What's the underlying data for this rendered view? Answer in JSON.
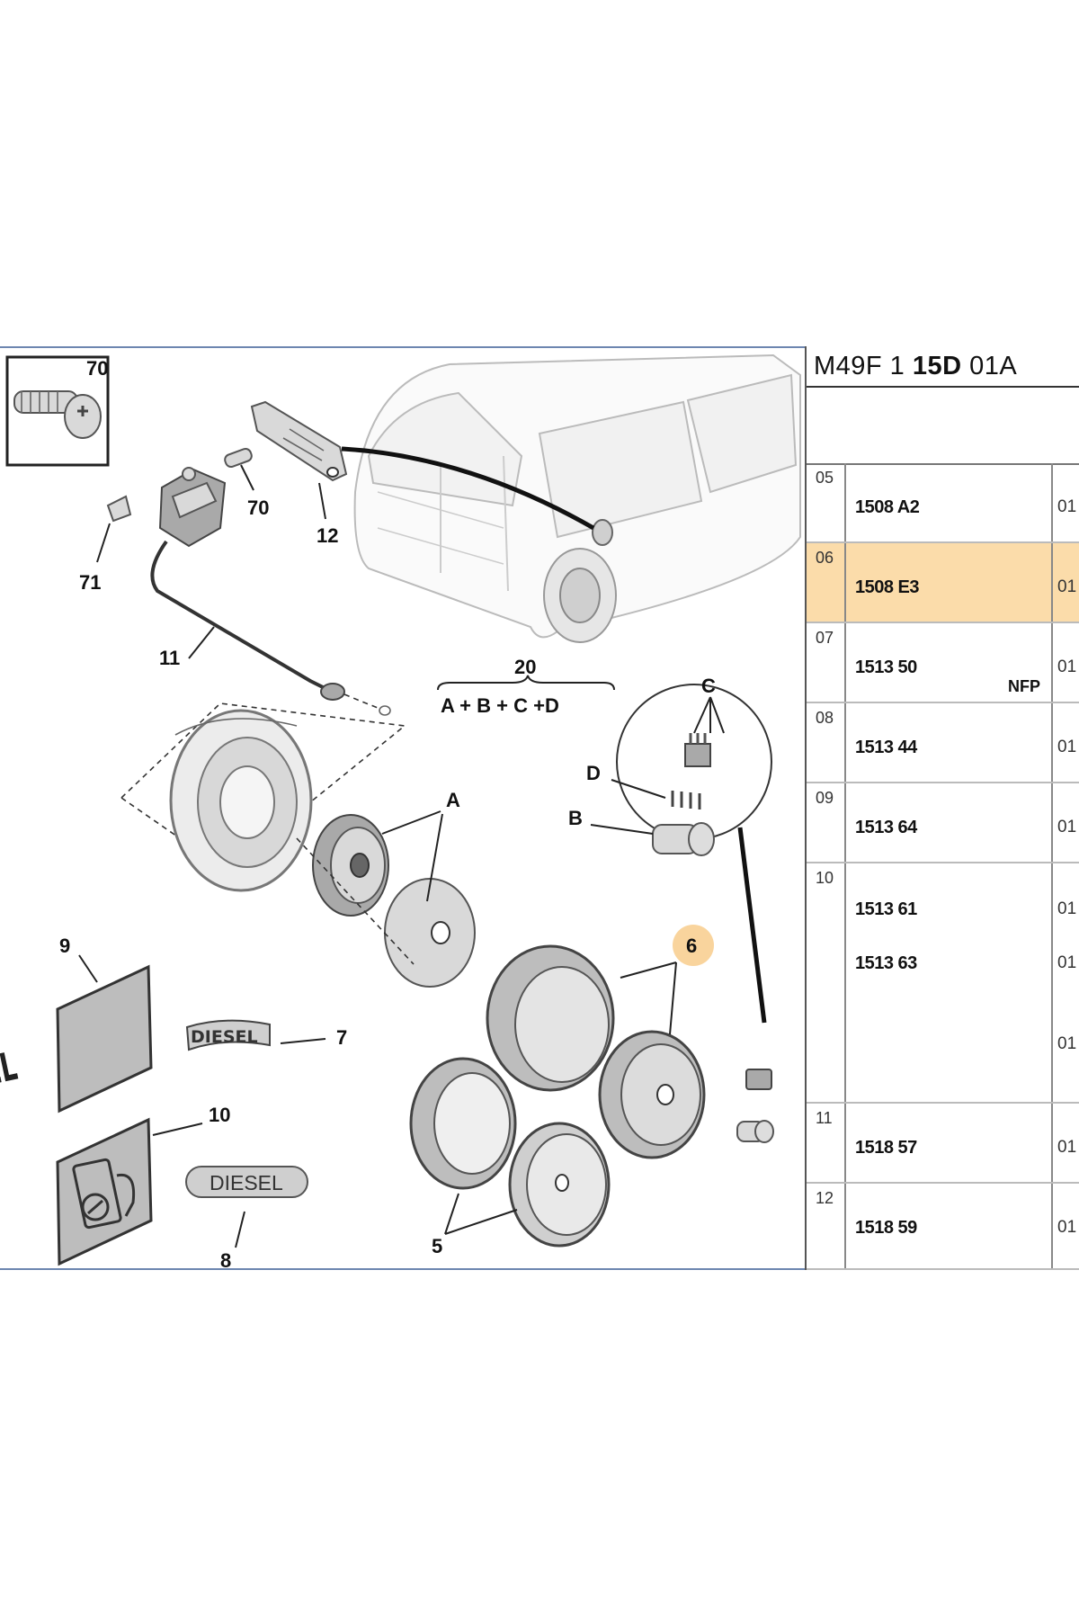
{
  "header": {
    "ref_prefix": "M49F 1",
    "ref_bold": "15D",
    "ref_suffix": "01A"
  },
  "callouts": {
    "c70_box": "70",
    "c70": "70",
    "c71": "71",
    "c11": "11",
    "c12": "12",
    "c20": "20",
    "c20_formula": "A + B + C +D",
    "cA": "A",
    "cB": "B",
    "cC": "C",
    "cD": "D",
    "c6": "6",
    "c9": "9",
    "c7": "7",
    "c10": "10",
    "c8": "8",
    "c5": "5"
  },
  "badges": {
    "diesel_plate": "DIESEL",
    "diesel_arc": "DIESEL",
    "diesel_oval": "DIESEL"
  },
  "highlight_color": "#fbdcaa",
  "rows": [
    {
      "index": "05",
      "codes": [
        "1508 A2"
      ],
      "qty": [
        "01"
      ],
      "note": "",
      "highlighted": false
    },
    {
      "index": "06",
      "codes": [
        "1508 E3"
      ],
      "qty": [
        "01"
      ],
      "note": "",
      "highlighted": true
    },
    {
      "index": "07",
      "codes": [
        "1513 50"
      ],
      "qty": [
        "01"
      ],
      "note": "NFP",
      "highlighted": false
    },
    {
      "index": "08",
      "codes": [
        "1513 44"
      ],
      "qty": [
        "01"
      ],
      "note": "",
      "highlighted": false
    },
    {
      "index": "09",
      "codes": [
        "1513 64"
      ],
      "qty": [
        "01"
      ],
      "note": "",
      "highlighted": false
    },
    {
      "index": "10",
      "codes": [
        "1513 61",
        "1513 63"
      ],
      "qty": [
        "01",
        "01",
        "01"
      ],
      "note": "",
      "highlighted": false
    },
    {
      "index": "11",
      "codes": [
        "1518 57"
      ],
      "qty": [
        "01"
      ],
      "note": "",
      "highlighted": false
    },
    {
      "index": "12",
      "codes": [
        "1518 59"
      ],
      "qty": [
        "01"
      ],
      "note": "",
      "highlighted": false
    }
  ]
}
